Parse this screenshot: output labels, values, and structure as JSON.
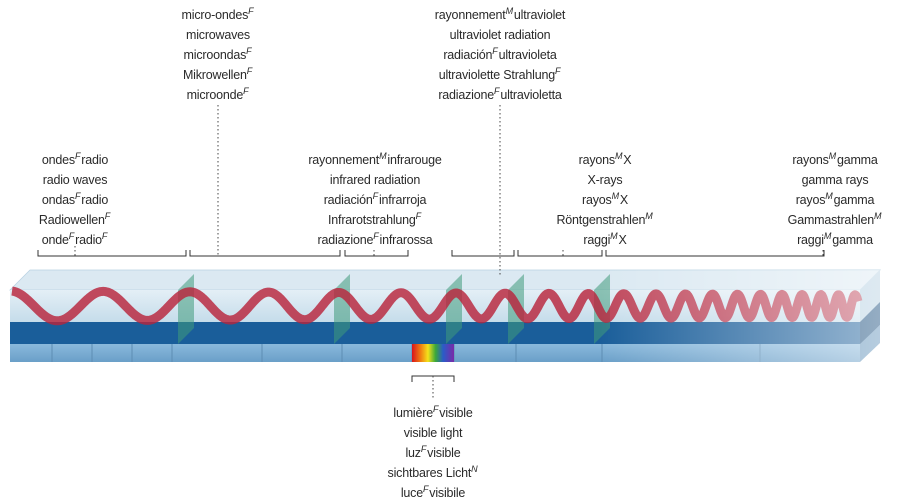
{
  "groups": [
    {
      "id": "radio",
      "lines": [
        {
          "parts": [
            [
              "ondes",
              "F"
            ],
            [
              "radio",
              ""
            ]
          ]
        },
        {
          "parts": [
            [
              "radio waves",
              ""
            ]
          ]
        },
        {
          "parts": [
            [
              "ondas",
              "F"
            ],
            [
              "radio",
              ""
            ]
          ]
        },
        {
          "parts": [
            [
              "Radiowellen",
              "F"
            ]
          ]
        },
        {
          "parts": [
            [
              "onde",
              "F"
            ],
            [
              "radio",
              "F"
            ]
          ]
        }
      ]
    },
    {
      "id": "microwaves",
      "lines": [
        {
          "parts": [
            [
              "micro-ondes",
              "F"
            ]
          ]
        },
        {
          "parts": [
            [
              "microwaves",
              ""
            ]
          ]
        },
        {
          "parts": [
            [
              "microondas",
              "F"
            ]
          ]
        },
        {
          "parts": [
            [
              "Mikrowellen",
              "F"
            ]
          ]
        },
        {
          "parts": [
            [
              "microonde",
              "F"
            ]
          ]
        }
      ]
    },
    {
      "id": "infrared",
      "lines": [
        {
          "parts": [
            [
              "rayonnement",
              "M"
            ],
            [
              "infrarouge",
              ""
            ]
          ]
        },
        {
          "parts": [
            [
              "infrared radiation",
              ""
            ]
          ]
        },
        {
          "parts": [
            [
              "radiación",
              "F"
            ],
            [
              "infrarroja",
              ""
            ]
          ]
        },
        {
          "parts": [
            [
              "Infrarotstrahlung",
              "F"
            ]
          ]
        },
        {
          "parts": [
            [
              "radiazione",
              "F"
            ],
            [
              "infrarossa",
              ""
            ]
          ]
        }
      ]
    },
    {
      "id": "ultraviolet",
      "lines": [
        {
          "parts": [
            [
              "rayonnement",
              "M"
            ],
            [
              "ultraviolet",
              ""
            ]
          ]
        },
        {
          "parts": [
            [
              "ultraviolet radiation",
              ""
            ]
          ]
        },
        {
          "parts": [
            [
              "radiación",
              "F"
            ],
            [
              "ultravioleta",
              ""
            ]
          ]
        },
        {
          "parts": [
            [
              "ultraviolette Strahlung",
              "F"
            ]
          ]
        },
        {
          "parts": [
            [
              "radiazione",
              "F"
            ],
            [
              "ultravioletta",
              ""
            ]
          ]
        }
      ]
    },
    {
      "id": "xrays",
      "lines": [
        {
          "parts": [
            [
              "rayons",
              "M"
            ],
            [
              "X",
              ""
            ]
          ]
        },
        {
          "parts": [
            [
              "X-rays",
              ""
            ]
          ]
        },
        {
          "parts": [
            [
              "rayos",
              "M"
            ],
            [
              "X",
              ""
            ]
          ]
        },
        {
          "parts": [
            [
              "Röntgenstrahlen",
              "M"
            ]
          ]
        },
        {
          "parts": [
            [
              "raggi",
              "M"
            ],
            [
              "X",
              ""
            ]
          ]
        }
      ]
    },
    {
      "id": "gamma",
      "lines": [
        {
          "parts": [
            [
              "rayons",
              "M"
            ],
            [
              "gamma",
              ""
            ]
          ]
        },
        {
          "parts": [
            [
              "gamma rays",
              ""
            ]
          ]
        },
        {
          "parts": [
            [
              "rayos",
              "M"
            ],
            [
              "gamma",
              ""
            ]
          ]
        },
        {
          "parts": [
            [
              "Gammastrahlen",
              "M"
            ]
          ]
        },
        {
          "parts": [
            [
              "raggi",
              "M"
            ],
            [
              "gamma",
              ""
            ]
          ]
        }
      ]
    },
    {
      "id": "visible",
      "lines": [
        {
          "parts": [
            [
              "lumière",
              "F"
            ],
            [
              "visible",
              ""
            ]
          ]
        },
        {
          "parts": [
            [
              "visible light",
              ""
            ]
          ]
        },
        {
          "parts": [
            [
              "luz",
              "F"
            ],
            [
              "visible",
              ""
            ]
          ]
        },
        {
          "parts": [
            [
              "sichtbares Licht",
              "N"
            ]
          ]
        },
        {
          "parts": [
            [
              "luce",
              "F"
            ],
            [
              "visibile",
              ""
            ]
          ]
        }
      ]
    }
  ],
  "colors": {
    "wave": "#b8243c",
    "band_dark": "#1a5e9a",
    "band_light": "#7aaed4",
    "tube": "#c5dbe9",
    "divider": "#3f9a7c",
    "bracket": "#333333"
  }
}
